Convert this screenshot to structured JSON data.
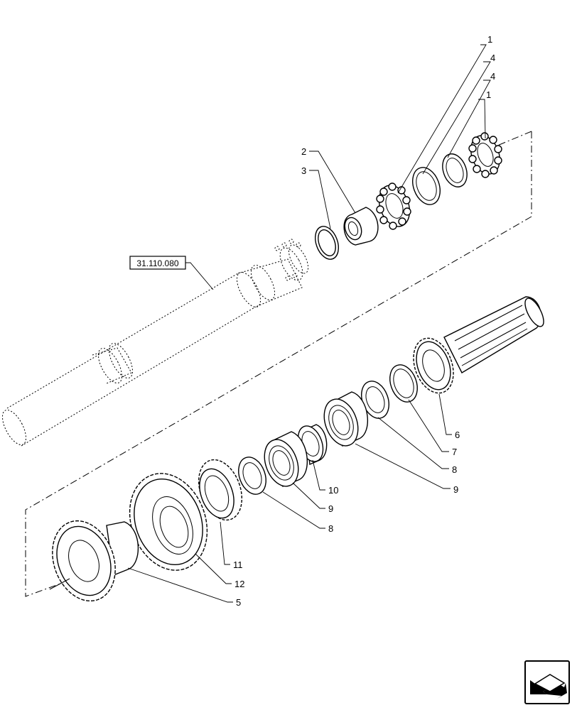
{
  "reference_label": "31.110.080",
  "callouts": {
    "c1a": "1",
    "c4a": "4",
    "c4b": "4",
    "c1b": "1",
    "c2": "2",
    "c3": "3",
    "c6": "6",
    "c7": "7",
    "c8a": "8",
    "c9a": "9",
    "c10": "10",
    "c9b": "9",
    "c8b": "8",
    "c11": "11",
    "c12": "12",
    "c5": "5"
  },
  "icons": {
    "navigation": "next-page-arrow-icon"
  }
}
